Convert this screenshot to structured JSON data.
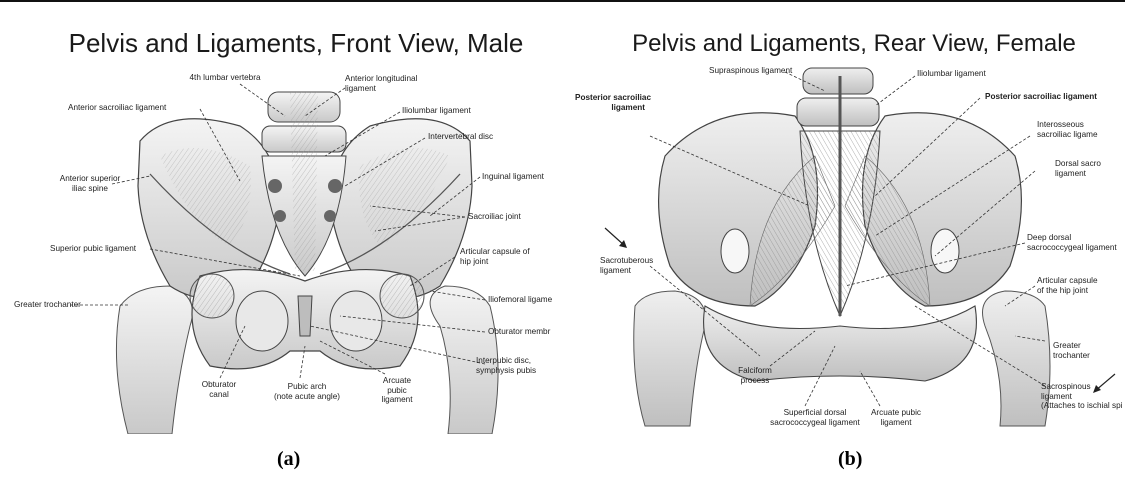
{
  "panel_a": {
    "title": "Pelvis and Ligaments, Front View, Male",
    "caption": "(a)",
    "labels": {
      "lumbar": "4th lumbar vertebra",
      "ant_long": "Anterior longitudinal\nligament",
      "ant_sacroiliac": "Anterior sacroiliac ligament",
      "iliolumbar": "Iliolumbar ligament",
      "intervertebral": "Intervertebral disc",
      "asis": "Anterior superior\niliac spine",
      "inguinal": "Inguinal ligament",
      "sacroiliac_joint": "Sacroiliac joint",
      "sup_pubic": "Superior pubic ligament",
      "artic_capsule": "Articular capsule of\nhip joint",
      "greater_troch": "Greater trochanter",
      "iliofemoral": "Iliofemoral ligame",
      "obturator_memb": "Obturator membr",
      "interpubic": "Interpubic disc,\nsymphysis pubis",
      "obturator_canal": "Obturator\ncanal",
      "pubic_arch": "Pubic arch\n(note acute angle)",
      "arcuate": "Arcuate\npubic\nligament"
    }
  },
  "panel_b": {
    "title": "Pelvis and Ligaments, Rear View, Female",
    "caption": "(b)",
    "labels": {
      "supraspinous": "Supraspinous ligament",
      "iliolumbar": "Iliolumbar ligament",
      "post_sacroiliac_left": "Posterior sacroiliac\nligament",
      "post_sacroiliac_right": "Posterior sacroiliac ligament",
      "interosseous": "Interosseous\nsacroiliac ligame",
      "dorsal_sacro": "Dorsal sacro\nligament",
      "sacrotuberous": "Sacrotuberous\nligament",
      "deep_dorsal": "Deep dorsal\nsacrococcygeal ligament",
      "artic_capsule": "Articular capsule\nof the hip joint",
      "greater_troch": "Greater\ntrochanter",
      "falciform": "Falciform\nprocess",
      "sacrospinous": "Sacrospinous\nligament\n(Attaches to ischial spi",
      "superficial_dorsal": "Superficial dorsal\nsacrococcygeal ligament",
      "arcuate_pubic": "Arcuate pubic\nligament"
    }
  }
}
